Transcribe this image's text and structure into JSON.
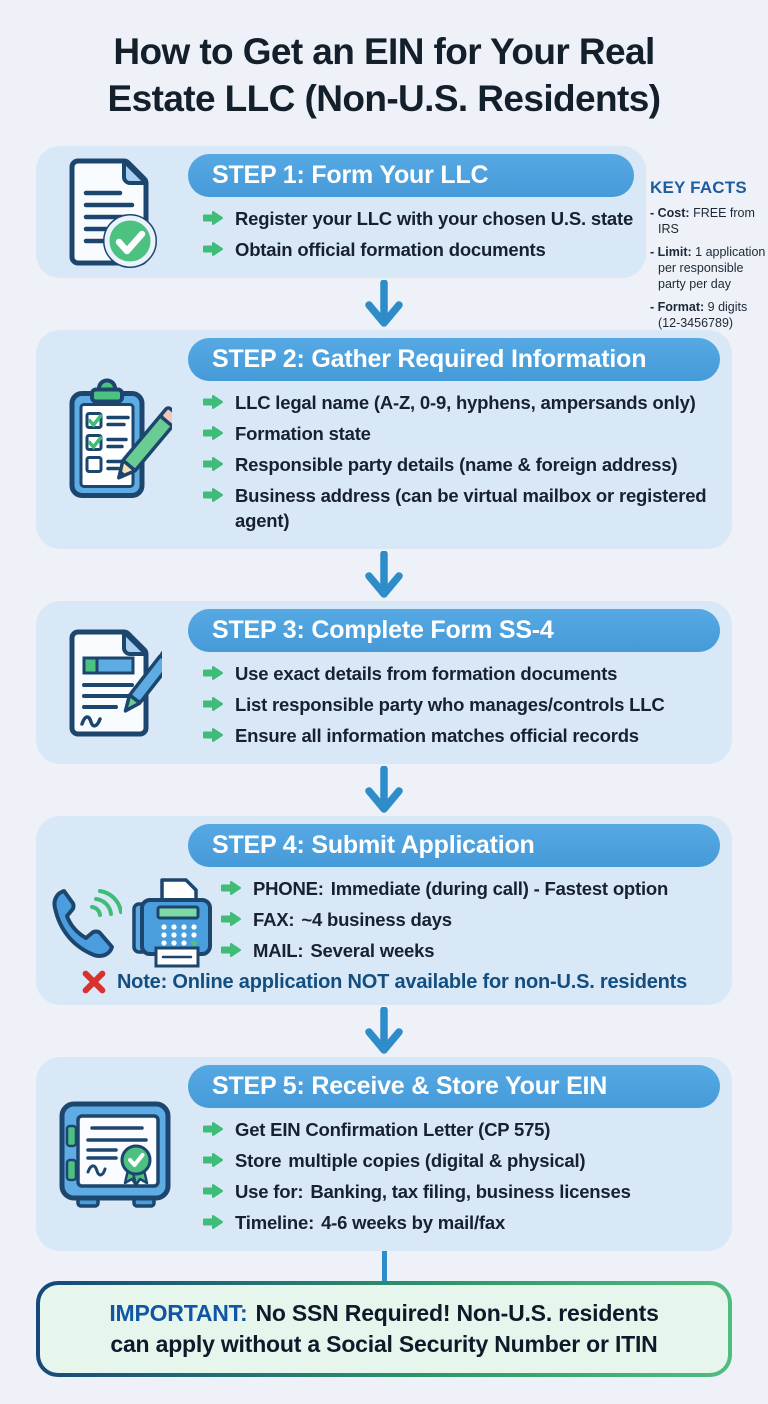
{
  "title": {
    "line1": "How to Get an EIN for Your Real",
    "line2": "Estate LLC (Non-U.S. Residents)"
  },
  "key_facts": {
    "heading": "KEY FACTS",
    "items": [
      {
        "label": "- Cost:",
        "value": "FREE from IRS"
      },
      {
        "label": "- Limit:",
        "value": "1 application per responsible party per day"
      },
      {
        "label": "- Format:",
        "value": "9 digits (12-3456789)"
      }
    ]
  },
  "steps": [
    {
      "header": "STEP 1: Form Your LLC",
      "icon": "document-check-icon",
      "bullets": [
        {
          "bold": "",
          "text": "Register your LLC with your chosen U.S. state"
        },
        {
          "bold": "",
          "text": "Obtain official formation documents"
        }
      ]
    },
    {
      "header": "STEP 2: Gather Required Information",
      "icon": "clipboard-pencil-icon",
      "bullets": [
        {
          "bold": "",
          "text": "LLC legal name (A-Z, 0-9, hyphens, ampersands only)"
        },
        {
          "bold": "",
          "text": "Formation state"
        },
        {
          "bold": "",
          "text": "Responsible party details (name & foreign address)"
        },
        {
          "bold": "",
          "text": "Business address (can be virtual mailbox or registered agent)"
        }
      ]
    },
    {
      "header": "STEP 3: Complete Form SS-4",
      "icon": "document-pen-icon",
      "bullets": [
        {
          "bold": "",
          "text": "Use exact details from formation documents"
        },
        {
          "bold": "",
          "text": "List responsible party who manages/controls LLC"
        },
        {
          "bold": "",
          "text": "Ensure all information matches official records"
        }
      ]
    },
    {
      "header": "STEP 4: Submit Application",
      "icon": "phone-fax-icons",
      "bullets": [
        {
          "bold": "PHONE:",
          "text": "Immediate (during call) - Fastest option"
        },
        {
          "bold": "FAX:",
          "text": "~4 business days"
        },
        {
          "bold": "MAIL:",
          "text": "Several weeks"
        }
      ],
      "note": {
        "icon": "red-x-icon",
        "text": "Note: Online application NOT available for non-U.S. residents"
      }
    },
    {
      "header": "STEP 5: Receive & Store Your EIN",
      "icon": "safe-icon",
      "bullets": [
        {
          "bold": "",
          "text": "Get EIN Confirmation Letter (CP 575)"
        },
        {
          "bold": "Store",
          "text": "multiple copies (digital & physical)"
        },
        {
          "bold": "Use for:",
          "text": "Banking, tax filing, business licenses"
        },
        {
          "bold": "Timeline:",
          "text": "4-6 weeks by mail/fax"
        }
      ]
    }
  ],
  "important": {
    "label": "IMPORTANT:",
    "line1": "No SSN Required! Non-U.S. residents",
    "line2": "can apply without a Social Security Number or ITIN"
  },
  "colors": {
    "page_bg": "#eef2f8",
    "card_bg": "#d9e8f7",
    "header_pill_blue": "#4aa0dd",
    "flow_arrow_blue": "#2e8cc9",
    "bullet_arrow_green": "#3fbc77",
    "icon_navy": "#1d466f",
    "icon_blue": "#5fabe4",
    "icon_green": "#4cc180",
    "key_facts_blue": "#1d5c9e",
    "note_blue": "#134e80",
    "error_red": "#d8322f",
    "important_bg": "#e7f6ec",
    "important_label_blue": "#1156a4",
    "title_color": "#141f2c"
  }
}
